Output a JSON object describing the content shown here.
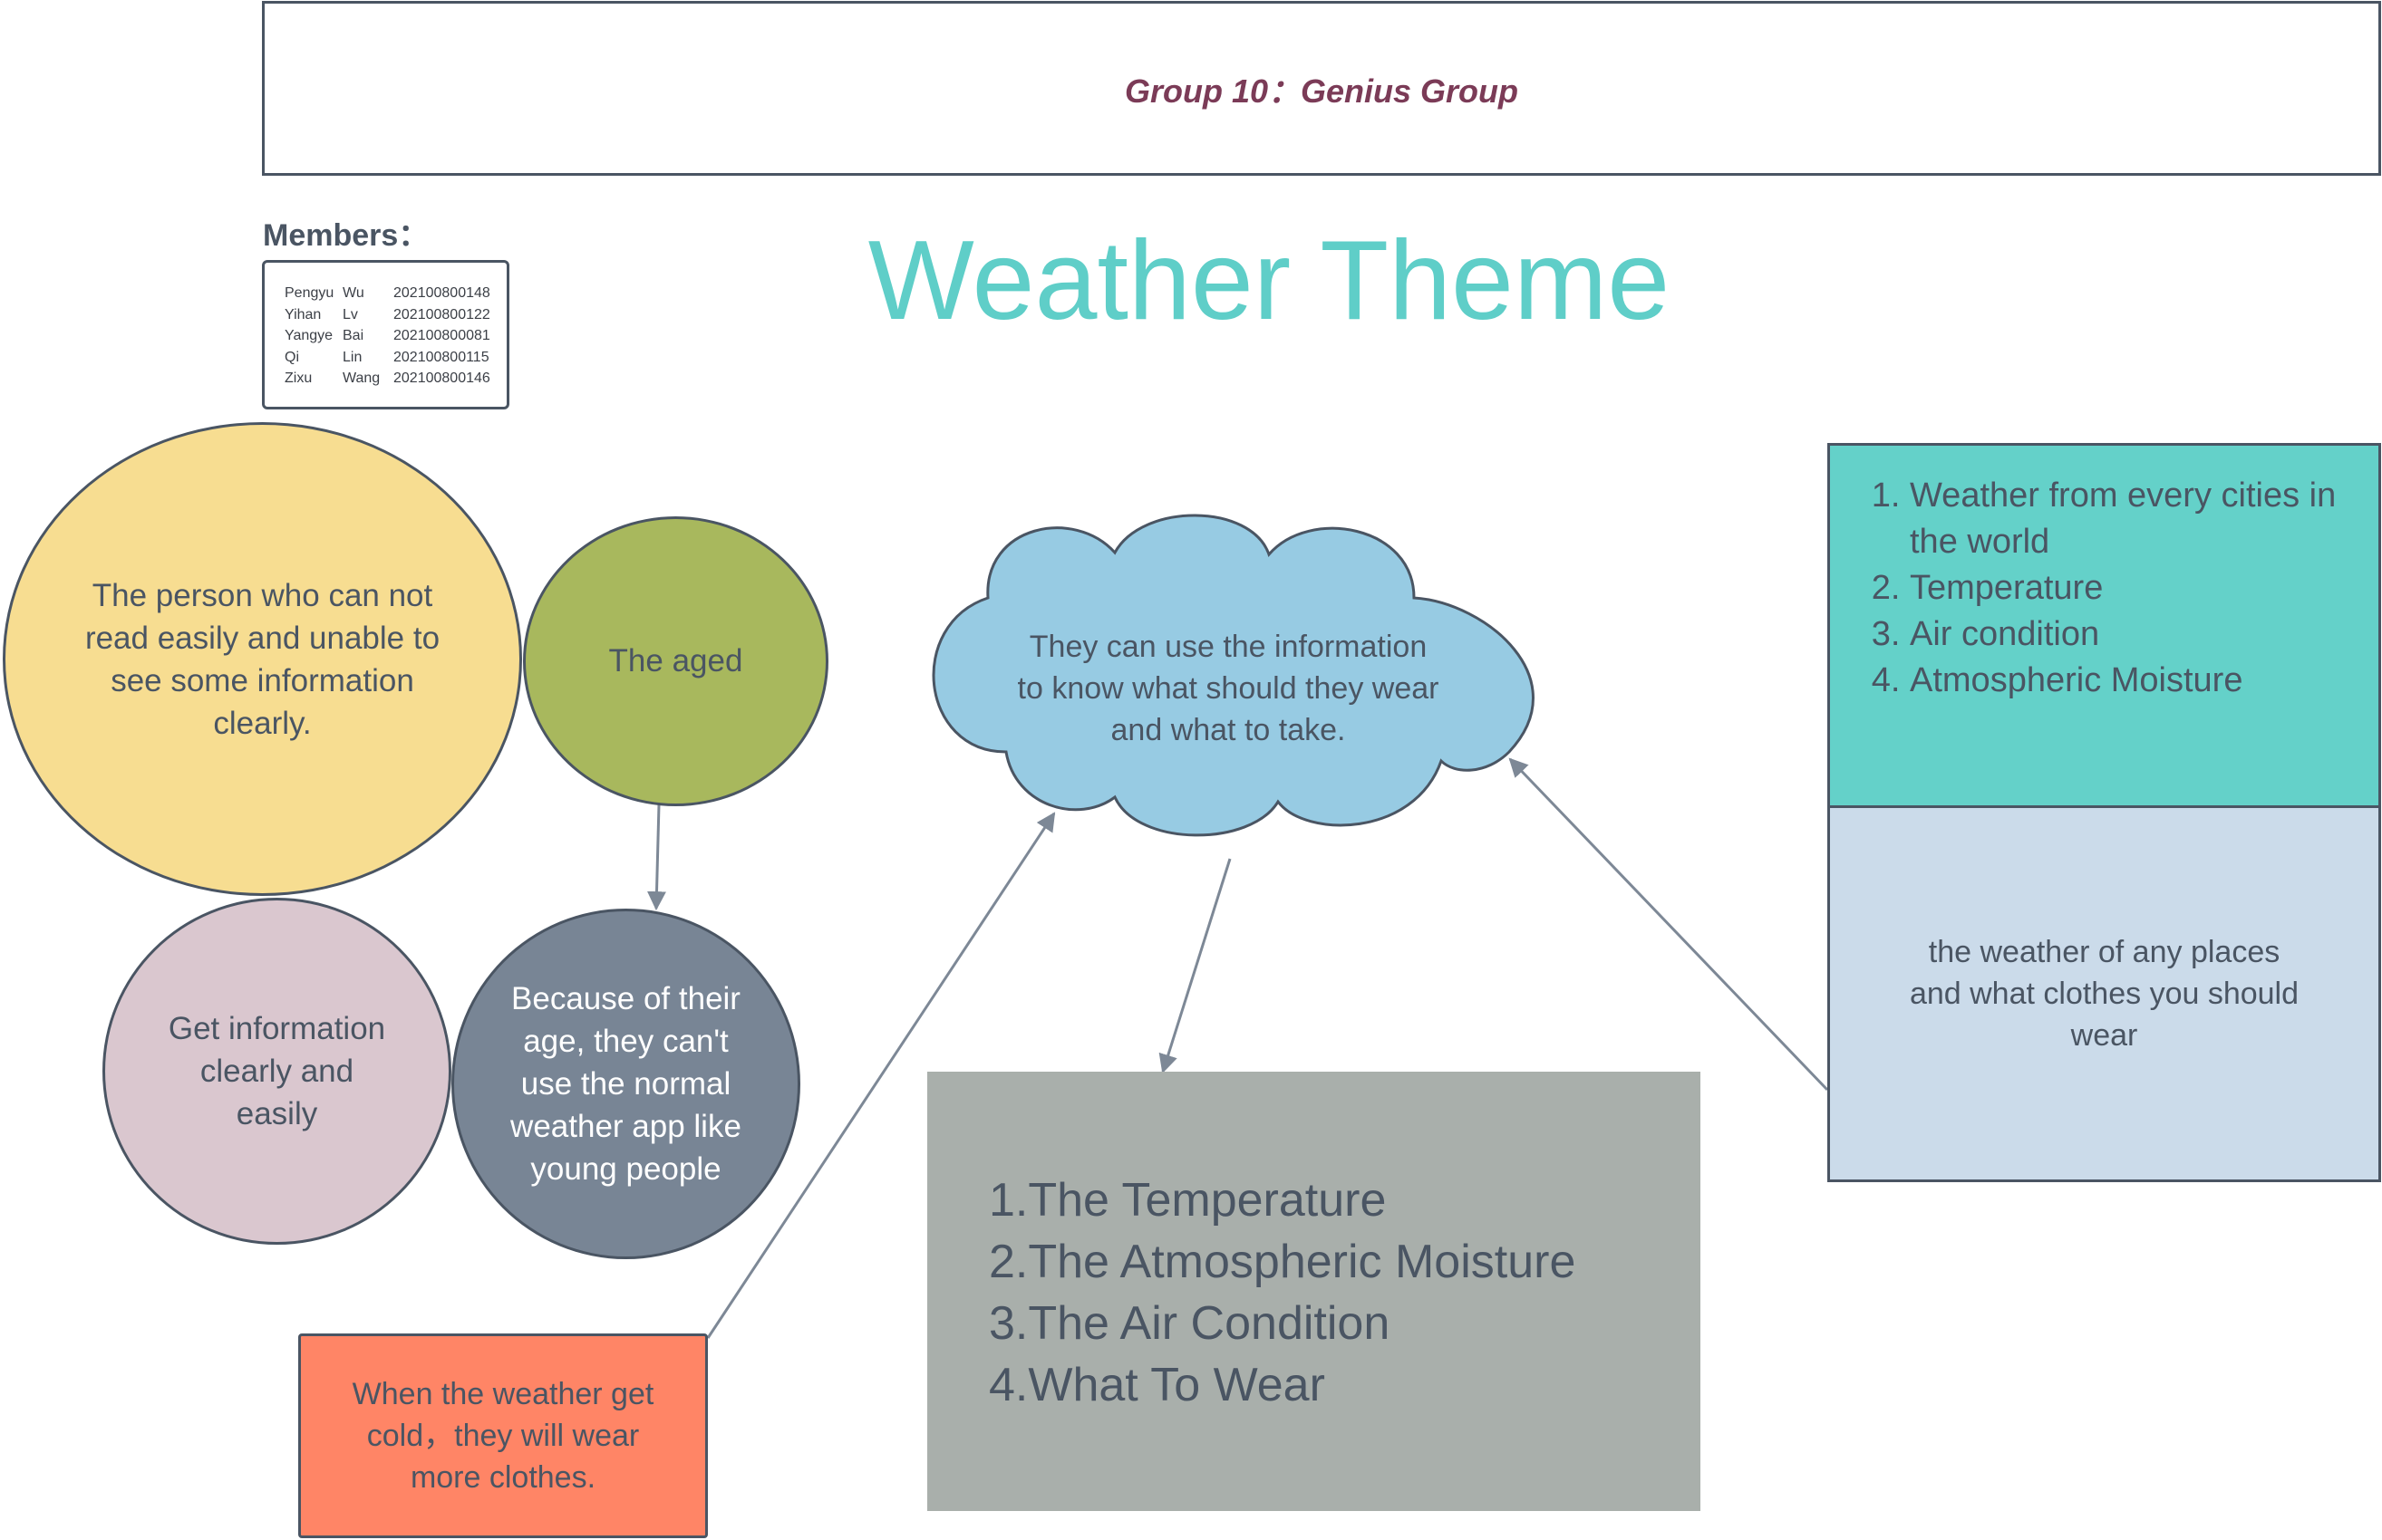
{
  "header": {
    "group_title": "Group 10：Genius Group"
  },
  "title": "Weather Theme",
  "members": {
    "label": "Members：",
    "list": [
      {
        "first": "Pengyu",
        "last": "Wu",
        "id": "202100800148"
      },
      {
        "first": "Yihan",
        "last": "Lv",
        "id": "202100800122"
      },
      {
        "first": "Yangye",
        "last": "Bai",
        "id": "202100800081"
      },
      {
        "first": "Qi",
        "last": "Lin",
        "id": "202100800115"
      },
      {
        "first": "Zixu",
        "last": "Wang",
        "id": "202100800146"
      }
    ]
  },
  "nodes": {
    "person": "The person who can not read easily and unable to see some information clearly.",
    "aged": "The aged",
    "get_info": "Get information clearly and easily",
    "because": "Because of their age, they can't use the normal weather app like young people",
    "cloud": "They can use the information to know what should they wear and what to take.",
    "info_list": [
      "Weather from every cities in the world",
      "Temperature",
      "Air condition",
      "Atmospheric Moisture"
    ],
    "places": "the weather of any places and what clothes you should wear",
    "factors": [
      "1.The Temperature",
      "2.The Atmospheric Moisture",
      "3.The Air Condition",
      "4.What To Wear"
    ],
    "cold": "When the weather get cold，they will wear more clothes."
  },
  "colors": {
    "outline": "#4a5563",
    "title": "#5fcec8",
    "group_title": "#7b3b57",
    "person_fill": "#f7dd91",
    "aged_fill": "#a8b85d",
    "get_info_fill": "#dac7cf",
    "because_fill": "#788595",
    "cloud_fill": "#97cbe3",
    "info_fill": "#64d1c9",
    "places_fill": "#cbdbea",
    "factors_fill": "#a9afab",
    "cold_fill": "#ff8566",
    "arrow": "#7d8896"
  }
}
